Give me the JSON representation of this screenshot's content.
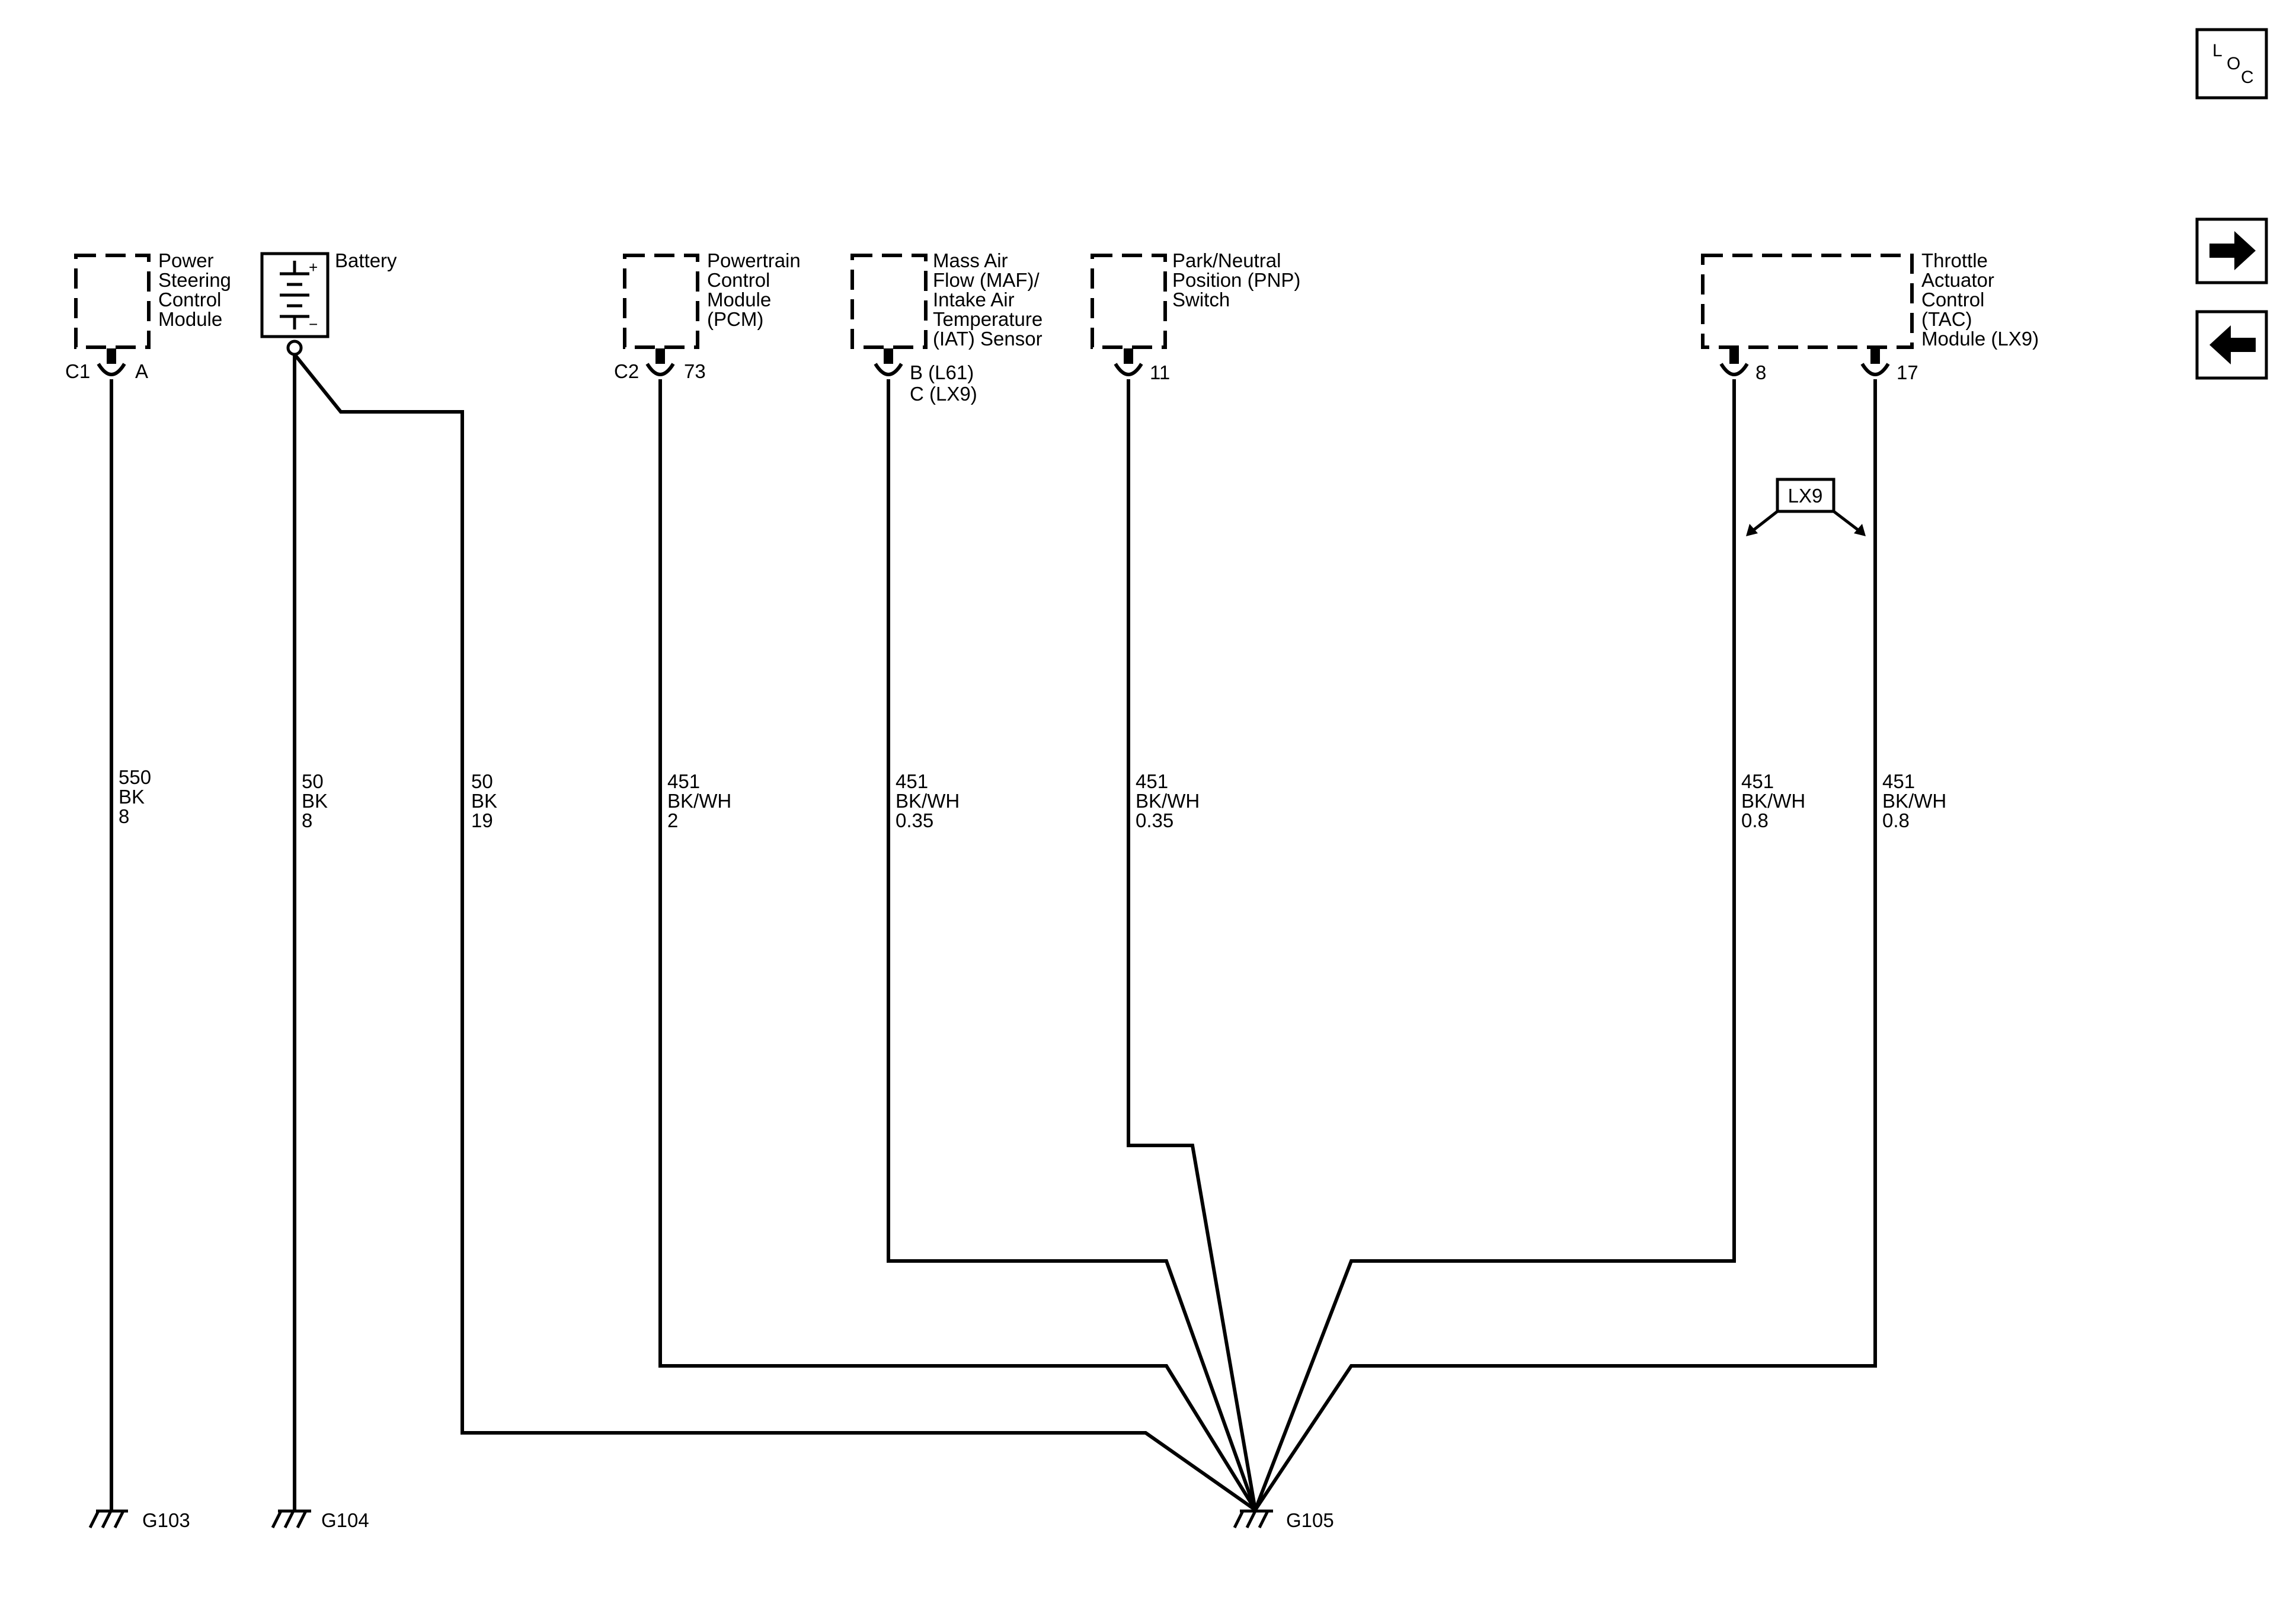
{
  "components": {
    "pscm": {
      "l1": "Power",
      "l2": "Steering",
      "l3": "Control",
      "l4": "Module",
      "conn": "C1",
      "pin": "A"
    },
    "battery": {
      "label": "Battery",
      "plus": "+",
      "minus": "−"
    },
    "pcm": {
      "l1": "Powertrain",
      "l2": "Control",
      "l3": "Module",
      "l4": "(PCM)",
      "conn": "C2",
      "pin": "73"
    },
    "maf": {
      "l1": "Mass Air",
      "l2": "Flow (MAF)/",
      "l3": "Intake Air",
      "l4": "Temperature",
      "l5": "(IAT) Sensor",
      "pin1": "B (L61)",
      "pin2": "C (LX9)"
    },
    "pnp": {
      "l1": "Park/Neutral",
      "l2": "Position (PNP)",
      "l3": "Switch",
      "pin": "11"
    },
    "tac": {
      "l1": "Throttle",
      "l2": "Actuator",
      "l3": "Control",
      "l4": "(TAC)",
      "l5": "Module (LX9)",
      "pin1": "8",
      "pin2": "17"
    }
  },
  "option_tag": "LX9",
  "wires": [
    {
      "circuit": "550",
      "color": "BK",
      "size": "8"
    },
    {
      "circuit": "50",
      "color": "BK",
      "size": "8"
    },
    {
      "circuit": "50",
      "color": "BK",
      "size": "19"
    },
    {
      "circuit": "451",
      "color": "BK/WH",
      "size": "2"
    },
    {
      "circuit": "451",
      "color": "BK/WH",
      "size": "0.35"
    },
    {
      "circuit": "451",
      "color": "BK/WH",
      "size": "0.35"
    },
    {
      "circuit": "451",
      "color": "BK/WH",
      "size": "0.8"
    },
    {
      "circuit": "451",
      "color": "BK/WH",
      "size": "0.8"
    }
  ],
  "grounds": {
    "g103": "G103",
    "g104": "G104",
    "g105": "G105"
  },
  "loc": {
    "l": "L",
    "o": "O",
    "c": "C"
  },
  "nav_icons": {
    "next": "arrow-right-icon",
    "prev": "arrow-left-icon"
  }
}
